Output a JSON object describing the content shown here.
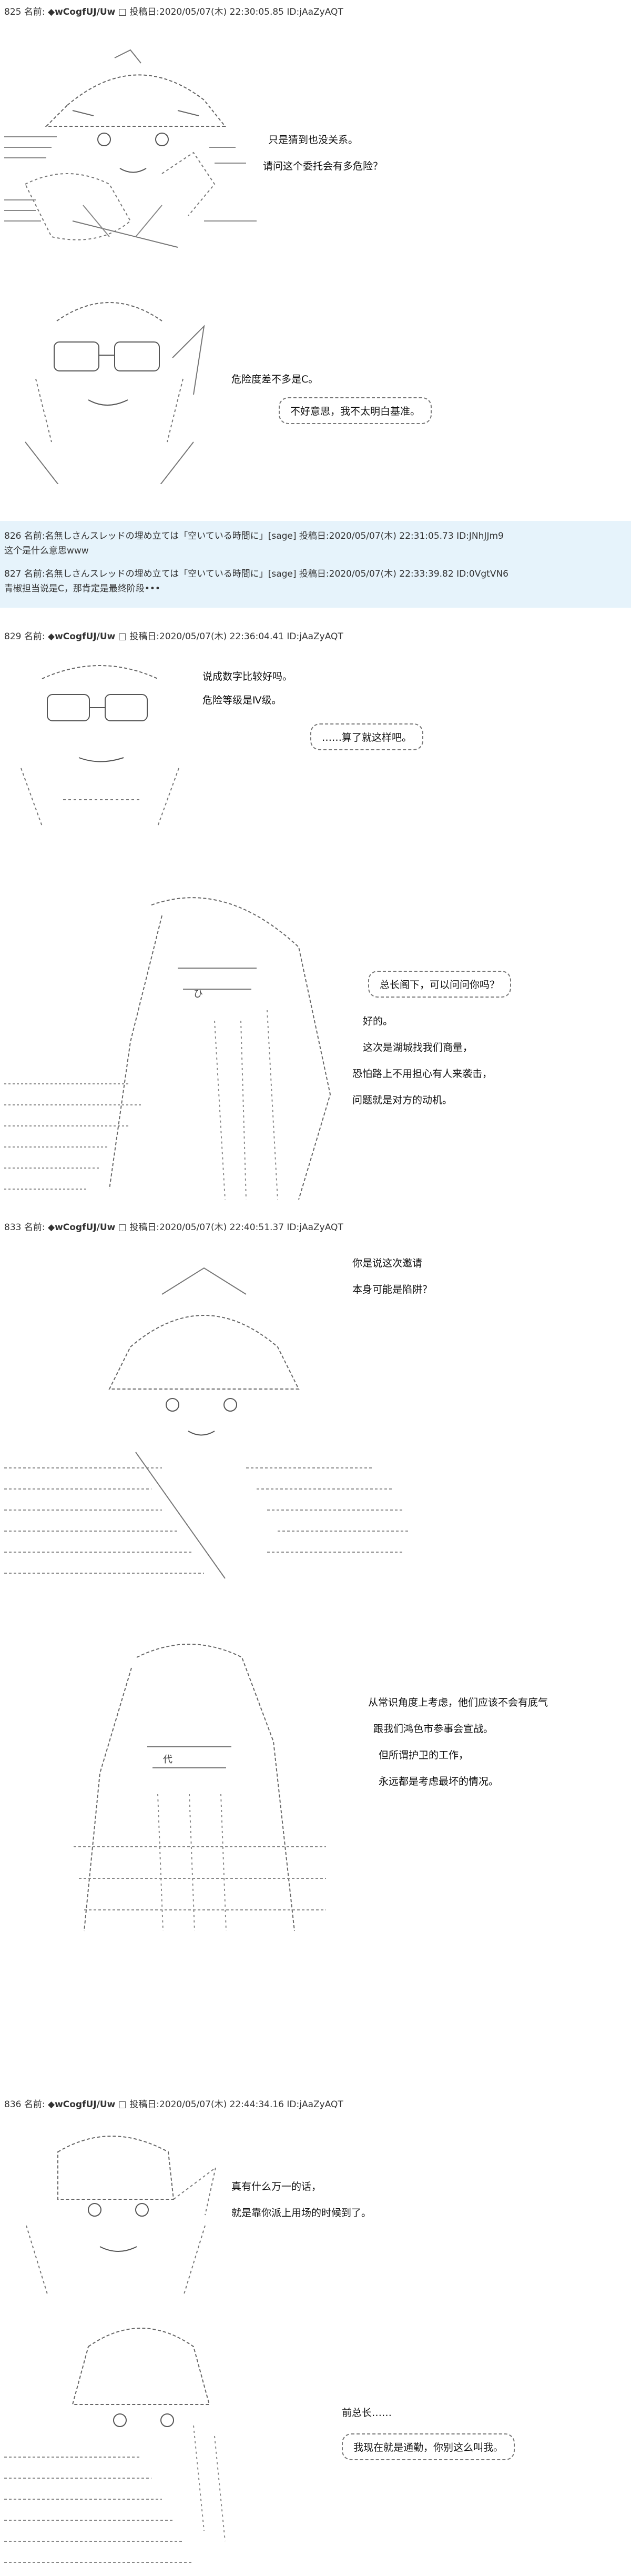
{
  "posts": [
    {
      "header_num": "825",
      "header_name_label": "名前:",
      "header_trip": "◆wCogfUJ/Uw",
      "header_box": "□",
      "header_date": "投稿日:2020/05/07(木) 22:30:05.85 ID:jAaZyAQT"
    },
    {
      "header_num": "829",
      "header_name_label": "名前:",
      "header_trip": "◆wCogfUJ/Uw",
      "header_box": "□",
      "header_date": "投稿日:2020/05/07(木) 22:36:04.41 ID:jAaZyAQT"
    },
    {
      "header_num": "833",
      "header_name_label": "名前:",
      "header_trip": "◆wCogfUJ/Uw",
      "header_box": "□",
      "header_date": "投稿日:2020/05/07(木) 22:40:51.37 ID:jAaZyAQT"
    },
    {
      "header_num": "836",
      "header_name_label": "名前:",
      "header_trip": "◆wCogfUJ/Uw",
      "header_box": "□",
      "header_date": "投稿日:2020/05/07(木) 22:44:34.16 ID:jAaZyAQT"
    }
  ],
  "replies": [
    {
      "header": "826 名前:名無しさんスレッドの埋め立ては「空いている時間に」[sage] 投稿日:2020/05/07(木) 22:31:05.73 ID:JNhJJm9",
      "body": "这个是什么意思www"
    },
    {
      "header": "827 名前:名無しさんスレッドの埋め立ては「空いている時間に」[sage] 投稿日:2020/05/07(木) 22:33:39.82 ID:0VgtVN6",
      "body": "青椒担当说是C，那肯定是最终阶段•••"
    }
  ],
  "lines": {
    "p1_l1": "只是猜到也没关系。",
    "p1_l2": "请问这个委托会有多危险？",
    "p1_l3": "危险度差不多是C。",
    "p1_b1": "不好意思，我不太明白基准。",
    "p2_l1": "说成数字比较好吗。",
    "p2_l2": "危险等级是Ⅳ级。",
    "p2_b1": "……算了就这样吧。",
    "p2_b2": "总长阁下，可以问问你吗？",
    "p2_l3": "好的。",
    "p2_l4": "这次是湖城找我们商量，",
    "p2_l5": "恐怕路上不用担心有人来袭击，",
    "p2_l6": "问题就是对方的动机。",
    "p3_l1": "你是说这次邀请",
    "p3_l2": "本身可能是陷阱？",
    "p3_l3": "从常识角度上考虑，他们应该不会有底气",
    "p3_l4": "跟我们鸿色市参事会宣战。",
    "p3_l5": "但所谓护卫的工作，",
    "p3_l6": "永远都是考虑最坏的情况。",
    "p4_l1": "真有什么万一的话，",
    "p4_l2": "就是靠你派上用场的时候到了。",
    "p4_l3": "前总长……",
    "p4_b1": "我现在就是通勤，你别这么叫我。"
  },
  "art_captions": {
    "a5_tag": "ひ",
    "a6_tag": "代"
  }
}
